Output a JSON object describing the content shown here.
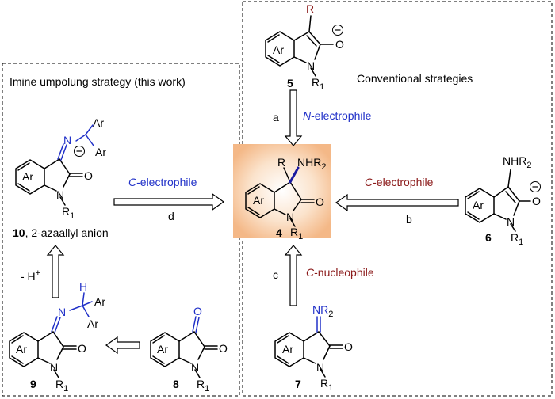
{
  "regions": {
    "left_title": "Imine umpolung strategy (this work)",
    "right_title": "Conventional strategies"
  },
  "compounds": {
    "c4": "4",
    "c5": "5",
    "c6": "6",
    "c7": "7",
    "c8": "8",
    "c9": "9",
    "c10_number": "10",
    "c10_desc": ", 2-azaallyl anion"
  },
  "atoms": {
    "ar": "Ar",
    "N": "N",
    "O": "O",
    "R": "R",
    "R1": "R",
    "sub1": "1",
    "sub2": "2",
    "NR2": "NR",
    "NHR2": "NHR",
    "H": "H",
    "minus": "−",
    "hplus_h": "- H",
    "hplus_sup": "+"
  },
  "arrows": {
    "a_letter": "a",
    "a_prefix": "N",
    "a_rest": "-electrophile",
    "b_letter": "b",
    "b_prefix": "C",
    "b_rest": "-electrophile",
    "c_letter": "c",
    "c_prefix": "C",
    "c_rest": "-nucleophile",
    "d_letter": "d",
    "d_prefix": "C",
    "d_rest": "-electrophile"
  },
  "colors": {
    "blue_label": "#2030c8",
    "red_label": "#8b1a1a",
    "highlight": "#f7cba4"
  }
}
